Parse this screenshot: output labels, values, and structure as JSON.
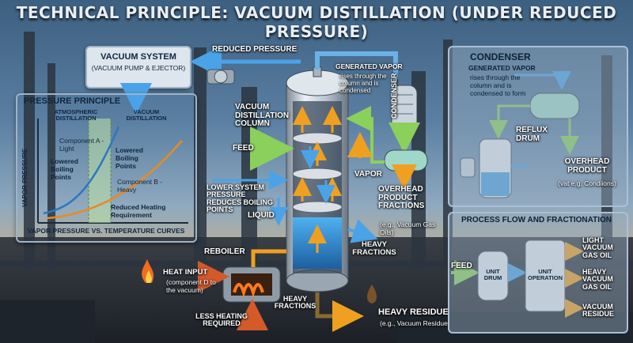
{
  "title": "TECHNICAL PRINCIPLE: VACUUM DISTILLATION (UNDER REDUCED PRESSURE)",
  "vacuum_system": {
    "title": "VACUUM SYSTEM",
    "subtitle": "(VACUUM PUMP & EJECTOR)"
  },
  "reduced_pressure": "REDUCED PRESSURE",
  "pressure_principle": {
    "title": "PRESSURE PRINCIPLE",
    "atm_label": "ATMOSPHERIC DISTILLATION",
    "vac_label": "VACUUM DISTILLATION",
    "component_a": "Component A - Light",
    "lowered_1": "Lowered Boiling Points",
    "lowered_2": "Lowered Boiling Points",
    "component_b": "Component B - Heavy",
    "reduced_heating": "Reduced Heating Requirement",
    "y_axis": "VAPOR PRESSURE",
    "caption": "VAPOR PRESSURE vs. TEMPERATURE CURVES"
  },
  "column": {
    "title": "VACUUM DISTILLATION COLUMN",
    "feed": "FEED",
    "lower_system": "LOWER SYSTEM PRESSURE REDUCES BOILING POINTS",
    "liquid": "LIQUID",
    "vapor": "VAPOR",
    "heavy_fractions_right": "HEAVY FRACTIONS",
    "heavy_fractions_bottom": "HEAVY FRACTIONS",
    "overhead_fractions": "OVERHEAD PRODUCT FRACTIONS",
    "overhead_fractions_note": "(e.g., Vacuum Gas Oils)",
    "generated_vapor": "GENERATED VAPOR",
    "generated_vapor_note": "rises through the column and is condensed",
    "condenser_vertical": "CONDENSER"
  },
  "reboiler": {
    "title": "REBOILER",
    "heat_input": "HEAT INPUT",
    "heat_note": "(component D to the vacuum)",
    "less_heating": "LESS HEATING REQUIRED"
  },
  "heavy_residue": {
    "title": "HEAVY RESIDUE",
    "note": "(e.g., Vacuum Residue)"
  },
  "condenser_panel": {
    "title": "CONDENSER",
    "generated_vapor": "GENERATED VAPOR",
    "note": "rises through the column and is condensed to form",
    "reflux_drum": "REFLUX DRUM",
    "overhead_product": "OVERHEAD PRODUCT",
    "overhead_note": "(vat e.g. Condiions)"
  },
  "process_flow": {
    "title": "PROCESS FLOW AND FRACTIONATION",
    "feed": "FEED",
    "unit_drum": "UNIT DRUM",
    "unit_operation": "UNIT OPERATION",
    "outputs": [
      "LIGHT VACUUM GAS OIL",
      "HEAVY VACUUM GAS OIL",
      "VACUUM RESIDUE"
    ]
  },
  "colors": {
    "accent_blue": "#2f7fc1",
    "vapor_orange": "#f0a020",
    "feed_green": "#7cc04a",
    "hot": "#e8501e"
  }
}
